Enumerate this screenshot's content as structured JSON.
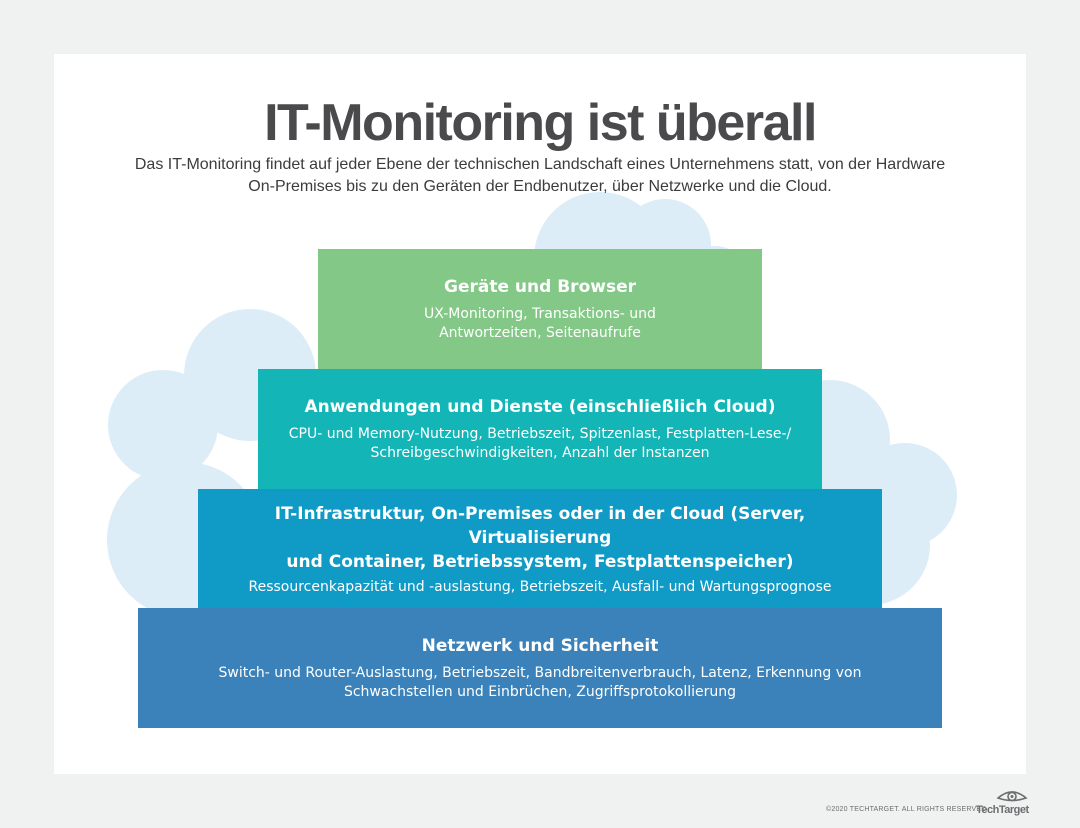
{
  "title": "IT-Monitoring ist überall",
  "subtitle_line1": "Das IT-Monitoring findet auf jeder Ebene der technischen Landschaft eines Unternehmens statt, von der Hardware",
  "subtitle_line2": "On-Premises bis zu den Geräten der Endbenutzer, über Netzwerke und die Cloud.",
  "tiers": [
    {
      "title": "Geräte und Browser",
      "desc_lines": [
        "UX-Monitoring, Transaktions- und",
        "Antwortzeiten, Seitenaufrufe"
      ]
    },
    {
      "title": "Anwendungen und Dienste (einschließlich Cloud)",
      "desc_lines": [
        "CPU- und Memory-Nutzung, Betriebszeit, Spitzenlast, Festplatten-Lese-/",
        "Schreibgeschwindigkeiten, Anzahl der Instanzen"
      ]
    },
    {
      "title_lines": [
        "IT-Infrastruktur, On-Premises oder in der Cloud (Server, Virtualisierung",
        "und Container, Betriebssystem, Festplattenspeicher)"
      ],
      "desc_lines": [
        "Ressourcenkapazität und -auslastung, Betriebszeit, Ausfall- und Wartungsprognose"
      ]
    },
    {
      "title": "Netzwerk und Sicherheit",
      "desc_lines": [
        "Switch- und Router-Auslastung, Betriebszeit, Bandbreitenverbrauch, Latenz, Erkennung von",
        "Schwachstellen und Einbrüchen, Zugriffsprotokollierung"
      ]
    }
  ],
  "footer": {
    "copyright": "©2020 TECHTARGET. ALL RIGHTS RESERVED",
    "logo": "TechTarget"
  },
  "colors": {
    "background": "#f0f1f1",
    "card": "#ffffff",
    "cloud": "#dcedf8",
    "tier1": "#84c887",
    "tier2": "#14b5b6",
    "tier3": "#109bc6",
    "tier4": "#3a82b9",
    "title_text": "#4a4a4c"
  },
  "icons": [
    "cloud-shape",
    "techtarget-eye-icon"
  ]
}
